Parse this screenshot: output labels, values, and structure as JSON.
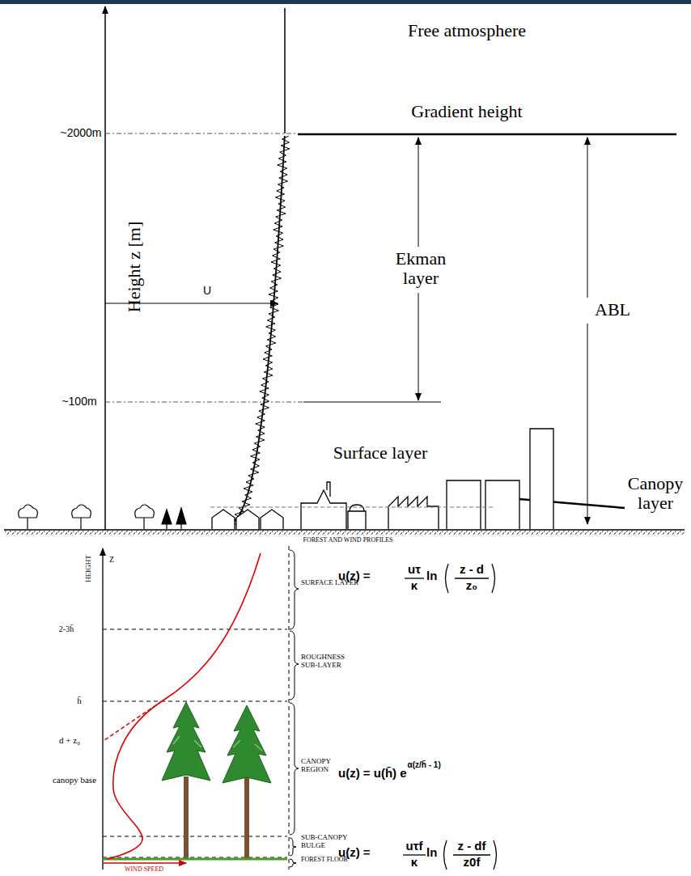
{
  "diagram": {
    "labels": [
      "Free atmosphere",
      "Gradient height",
      "~2000m",
      "Height z [m]",
      "U",
      "Ekman layer",
      "ABL",
      "~100m",
      "Surface layer",
      "Canopy layer",
      "FOREST AND WIND PROFILES",
      "HEIGHT",
      "Z",
      "2-3h̄",
      "h̄",
      "d + z₀",
      "canopy base",
      "WIND SPEED",
      "SURFACE LAYER",
      "ROUGHNESS SUB-LAYER",
      "CANOPY REGION",
      "SUB-CANOPY BULGE",
      "FOREST FLOOR",
      "u(z) =",
      "uτ",
      "κ",
      "ln",
      "z - d",
      "z₀",
      "u(z) = u(h̄) e",
      "α(z/h̄ - 1)",
      "u(z) =",
      "uτf",
      "κ",
      "ln",
      "z - df",
      "z0f"
    ]
  }
}
